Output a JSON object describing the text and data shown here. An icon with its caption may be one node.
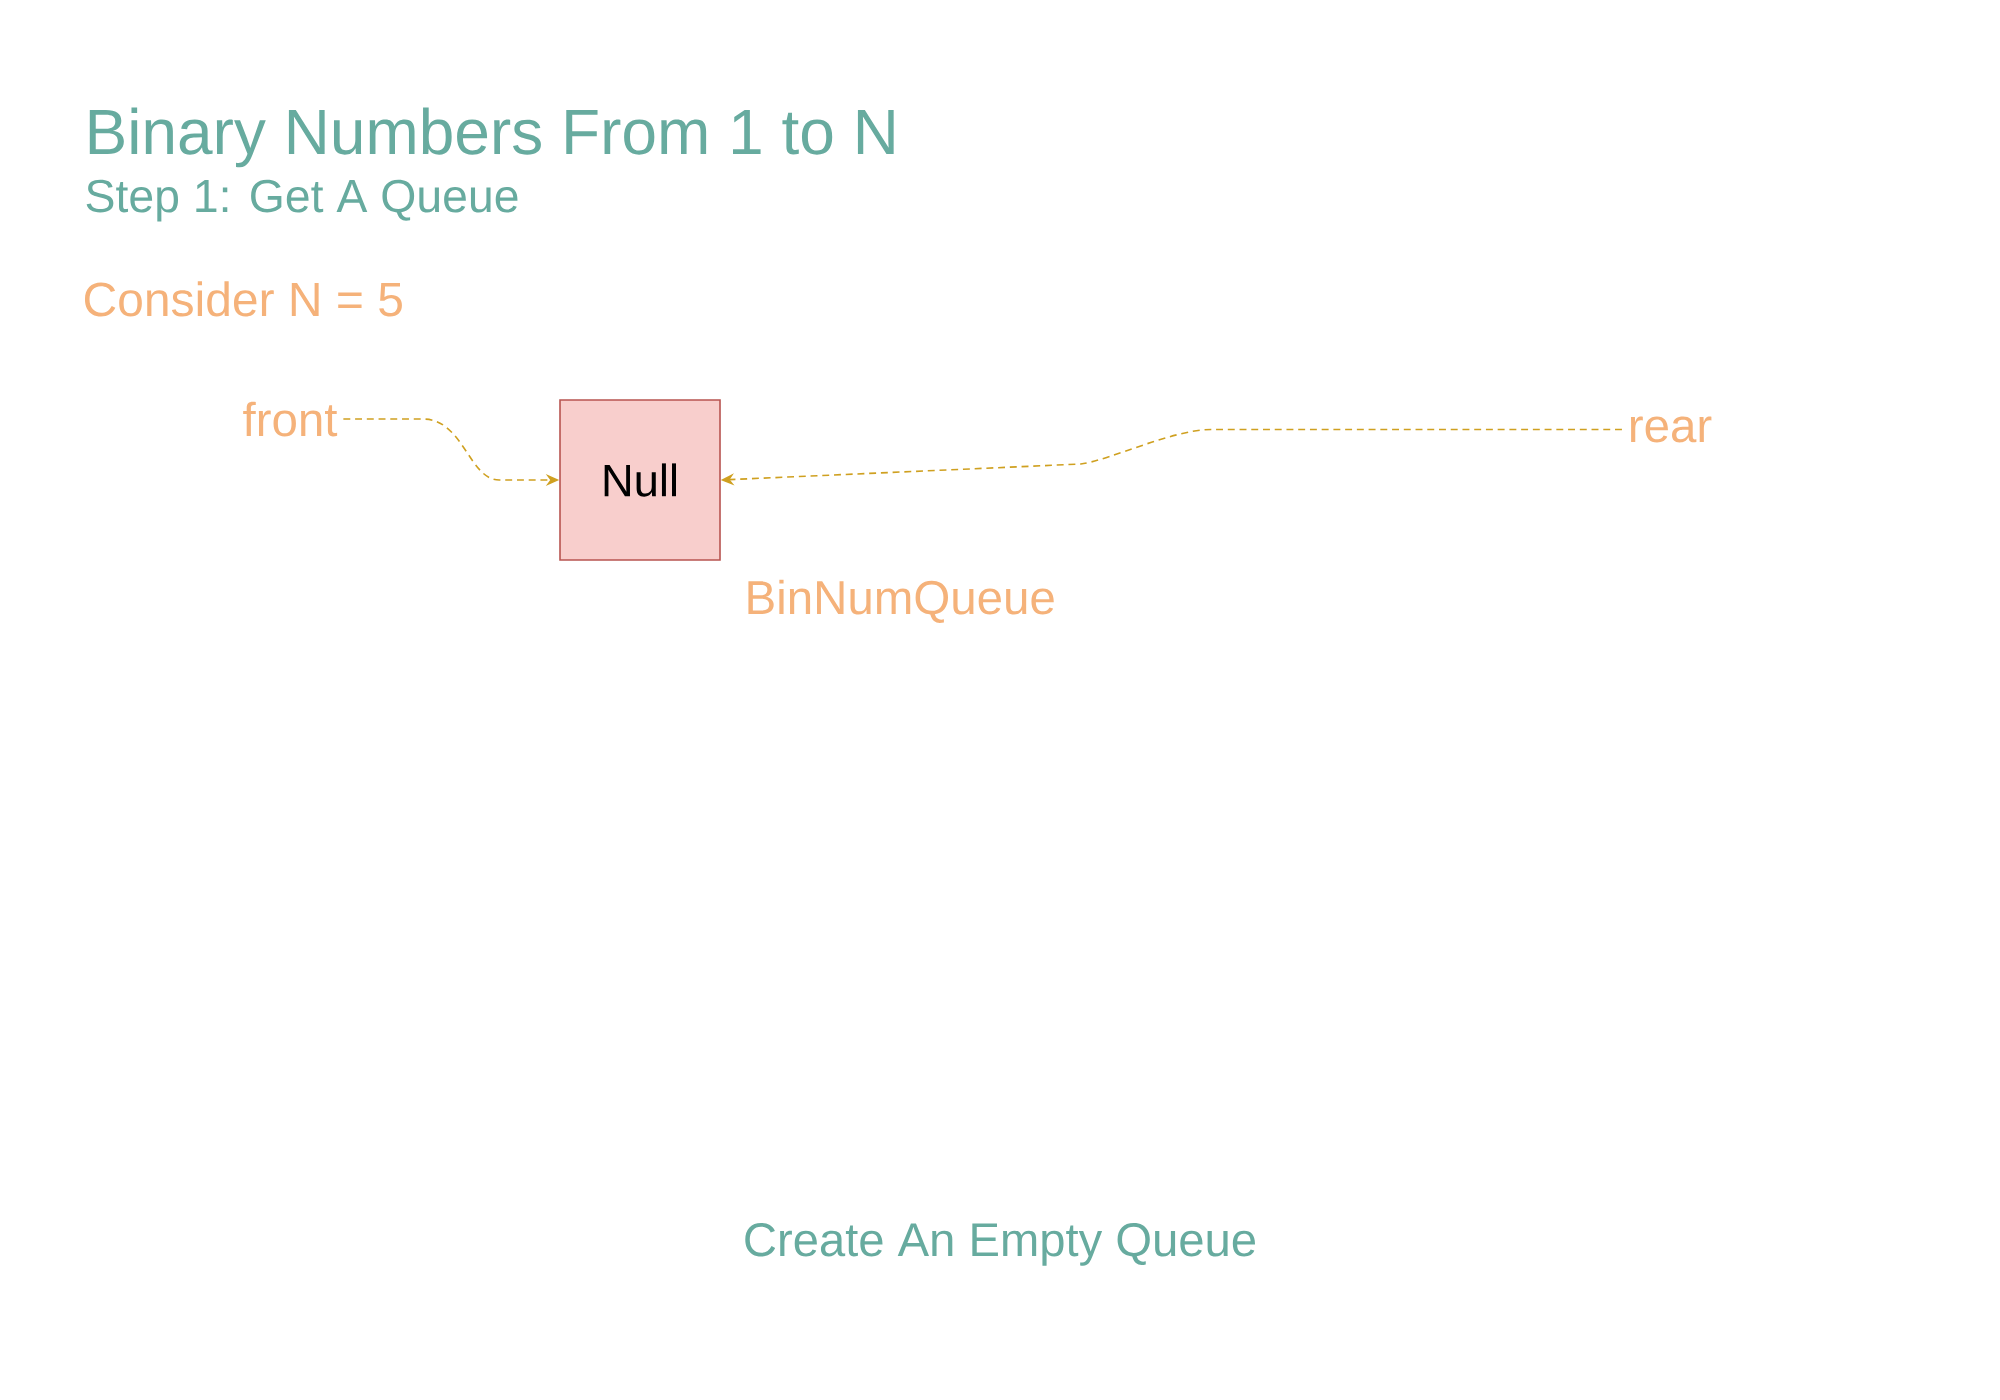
{
  "diagram": {
    "title": "Binary Numbers From 1 to N",
    "caption": "Create An Empty Queue",
    "nodes": [
      {
        "text": [
          "front"
        ]
      },
      {
        "text": [
          "Null"
        ],
        "beside": [
          "BinNumQueue"
        ]
      },
      {
        "text": [
          "rear"
        ]
      }
    ],
    "edges": [
      {
        "from": 0,
        "to": 1,
        "arrow": "to",
        "style": "dashed"
      },
      {
        "from": 2,
        "to": 1,
        "arrow": "to",
        "style": "dashed"
      }
    ],
    "labels": [
      "Step 1: Get A Queue",
      "Consider N = 5"
    ]
  }
}
